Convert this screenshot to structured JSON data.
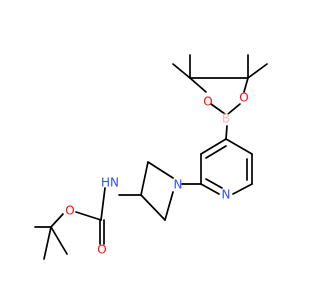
{
  "molecule": {
    "atoms": [
      {
        "id": "O_boronate_left",
        "label": "O",
        "color": "#ff0d0d"
      },
      {
        "id": "O_boronate_right",
        "label": "O",
        "color": "#ff0d0d"
      },
      {
        "id": "B",
        "label": "B",
        "color": "#ffb5b5"
      },
      {
        "id": "N_pyrrolidine",
        "label": "N",
        "color": "#3050f8"
      },
      {
        "id": "N_pyridine",
        "label": "N",
        "color": "#3050f8"
      },
      {
        "id": "NH_carbamate",
        "label": "HN",
        "color": "#3050f8"
      },
      {
        "id": "O_ether",
        "label": "O",
        "color": "#ff0d0d"
      },
      {
        "id": "O_carbonyl",
        "label": "O",
        "color": "#ff0d0d"
      }
    ],
    "bond_color": "#000000"
  }
}
